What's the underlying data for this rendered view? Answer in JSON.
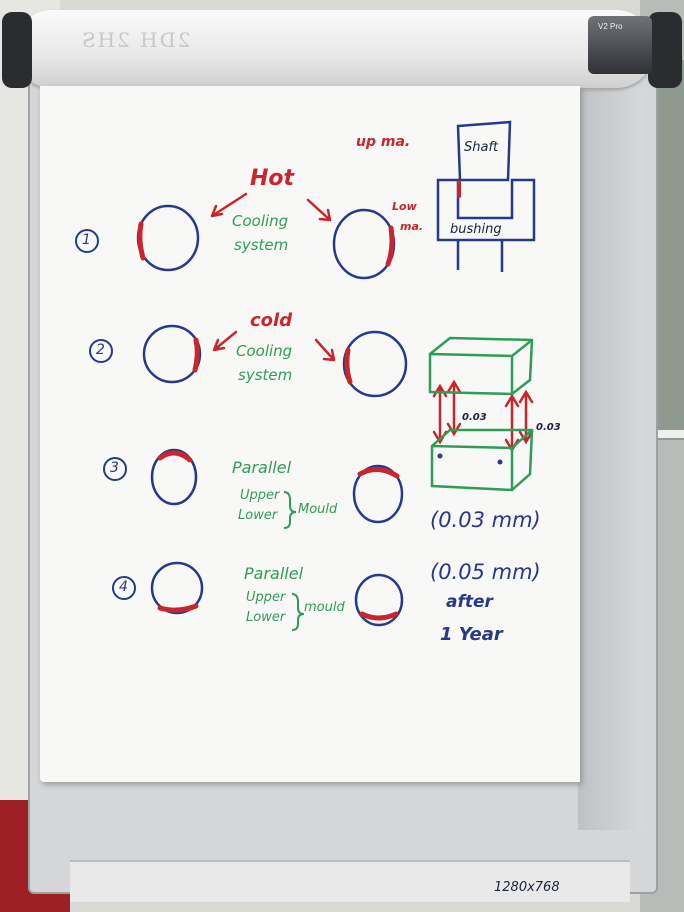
{
  "image": {
    "scene": "flipchart",
    "ghost_text": "2DH 2HS",
    "board_brand": "V2 Pro",
    "bottom_note": "1280x768"
  },
  "chart": {
    "hot": "Hot",
    "cold": "cold",
    "cooling_system": [
      "Cooling",
      "system"
    ],
    "cooling_system_2": [
      "Cooling",
      "system"
    ],
    "low_label": [
      "Low",
      "ma."
    ],
    "up_label": "up ma.",
    "shaft": "Shaft",
    "bushing": "bushing",
    "step_numbers": [
      "1",
      "2",
      "3",
      "4"
    ],
    "parallel": "Parallel",
    "upper": "Upper",
    "lower": "Lower",
    "mould_3": "Mould",
    "mould_4": "mould",
    "gap_left": "0.03",
    "gap_right": "0.03",
    "tolerance_now": "(0.03 mm)",
    "tolerance_later": "(0.05 mm)",
    "after": "after",
    "year": "1 Year"
  },
  "colors": {
    "red_marker": "#c8262c",
    "green_marker": "#2e9d55",
    "blue_marker": "#253a8a"
  }
}
